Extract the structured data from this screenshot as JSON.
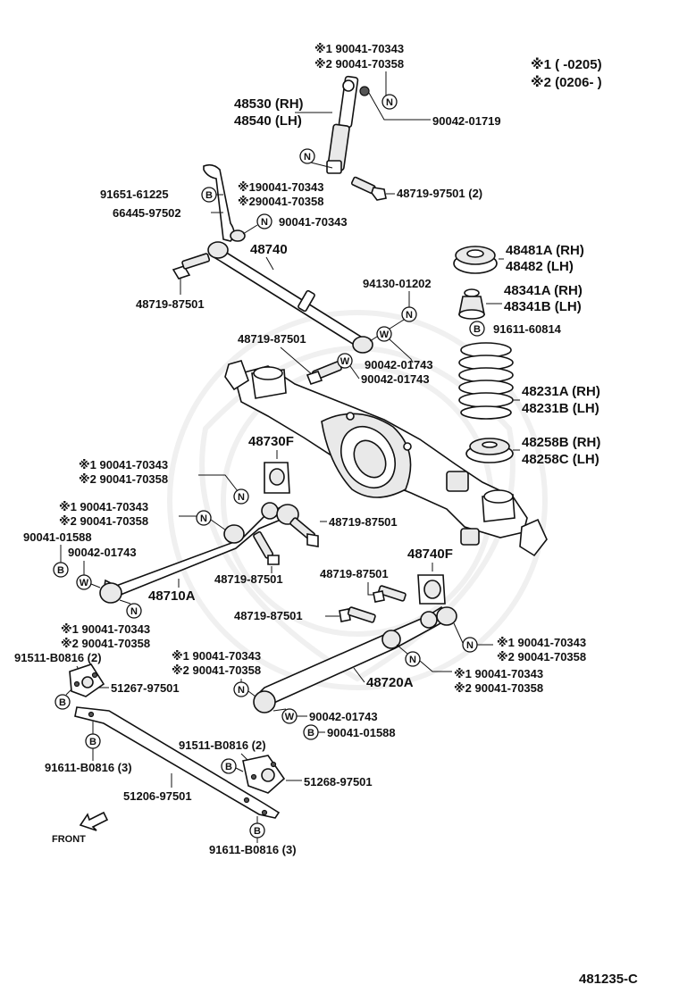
{
  "legend": {
    "line1": "※1 (        -0205)",
    "line2": "※2 (0206-        )"
  },
  "symbols": {
    "n": "N",
    "b": "B",
    "w": "W"
  },
  "front_label": "FRONT",
  "footer_code": "481235-C",
  "labels": {
    "shock_top_1": "※1 90041-70343",
    "shock_top_2": "※2 90041-70358",
    "shock_rh": "48530 (RH)",
    "shock_lh": "48540 (LH)",
    "shock_nut": "90042-01719",
    "lower_1": "※190041-70343",
    "lower_2": "※290041-70358",
    "bolt_48719_97501": "48719-97501 (2)",
    "stab_91651": "91651-61225",
    "stab_66445": "66445-97502",
    "n_90041_70343": "90041-70343",
    "lat_48740": "48740",
    "bolt_48719_87501_a": "48719-87501",
    "seat_48481a": "48481A (RH)",
    "seat_48482": "48482   (LH)",
    "n_94130": "94130-01202",
    "bump_48341a": "48341A (RH)",
    "bump_48341b": "48341B (LH)",
    "b_91611_60814": "91611-60814",
    "bolt_48719_87501_b": "48719-87501",
    "w_90042_01743_a": "90042-01743",
    "w_90042_01743_b": "90042-01743",
    "spring_48231a": "48231A (RH)",
    "spring_48231b": "48231B (LH)",
    "bush_48730f": "48730F",
    "ins_48258b": "48258B (RH)",
    "ins_48258c": "48258C (LH)",
    "ua_1": "※1 90041-70343",
    "ua_2": "※2 90041-70358",
    "ub_1": "※1 90041-70343",
    "ub_2": "※2 90041-70358",
    "bolt_48719_87501_c": "48719-87501",
    "b_90041_01588": "90041-01588",
    "w_90042_01743_c": "90042-01743",
    "bolt_48719_87501_d": "48719-87501",
    "arm_48710a": "48710A",
    "bush_48740f": "48740F",
    "bolt_48719_87501_e": "48719-87501",
    "bolt_48719_87501_f": "48719-87501",
    "la_1": "※1 90041-70343",
    "la_2": "※2 90041-70358",
    "b_91511_b0816_a": "91511-B0816 (2)",
    "br_51267": "51267-97501",
    "lb_1": "※1 90041-70343",
    "lb_2": "※2 90041-70358",
    "lc_1": "※1 90041-70343",
    "lc_2": "※2 90041-70358",
    "ld_1": "※1 90041-70343",
    "ld_2": "※2 90041-70358",
    "arm_48720a": "48720A",
    "w_90042_01743_d": "90042-01743",
    "b_90041_01588_b": "90041-01588",
    "b_91511_b0816_b": "91511-B0816 (2)",
    "br_51268": "51268-97501",
    "b_91611_b0816_a": "91611-B0816 (3)",
    "plate_51206": "51206-97501",
    "b_91611_b0816_b": "91611-B0816 (3)"
  }
}
